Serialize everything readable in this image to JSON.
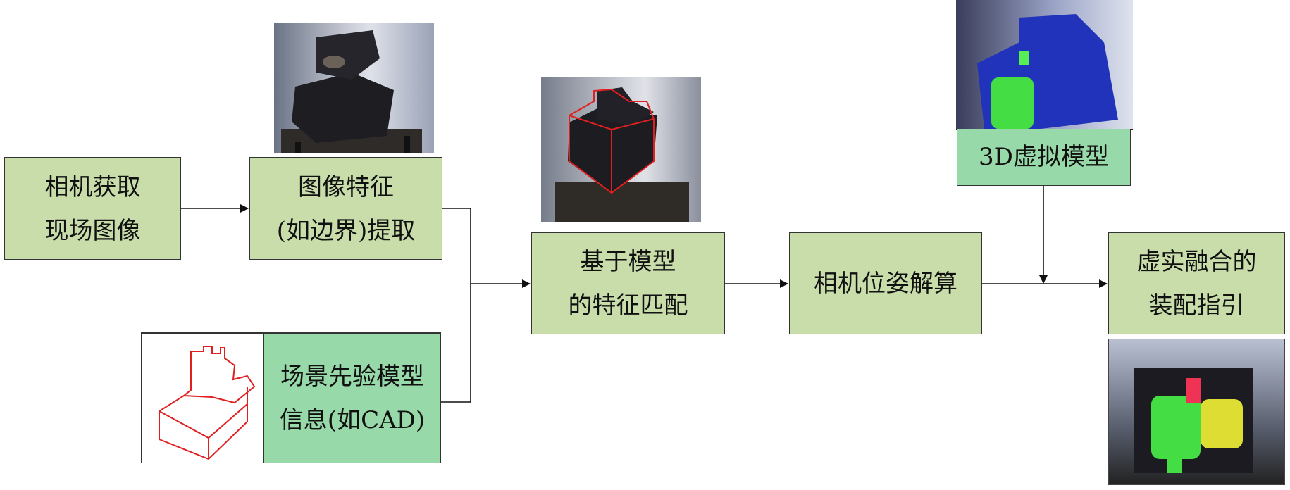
{
  "nodes": {
    "capture": {
      "line1": "相机获取",
      "line2": "现场图像"
    },
    "feature": {
      "line1": "图像特征",
      "line2": "(如边界)提取"
    },
    "prior": {
      "line1": "场景先验模型",
      "line2": "信息(如CAD)"
    },
    "matching": {
      "line1": "基于模型",
      "line2": "的特征匹配"
    },
    "pose": {
      "line1": "相机位姿解算"
    },
    "virtual_model": {
      "line1": "3D虚拟模型"
    },
    "fusion": {
      "line1": "虚实融合的",
      "line2": "装配指引"
    }
  },
  "colors": {
    "process_box": "#c9ddab",
    "model_box": "#98d9a9",
    "edge_outline": "#e02020",
    "virtual_part": "#2233bb"
  }
}
